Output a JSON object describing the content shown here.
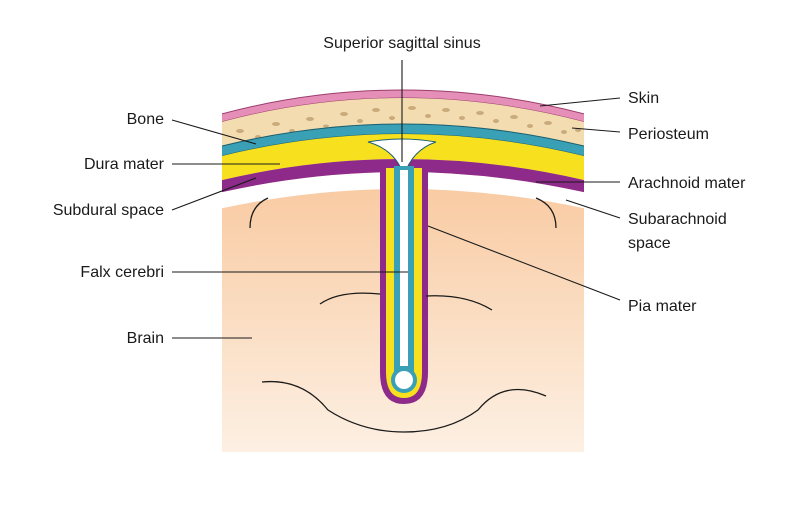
{
  "labels": {
    "superior_sagittal_sinus": "Superior sagittal sinus",
    "bone": "Bone",
    "dura_mater": "Dura mater",
    "subdural_space": "Subdural space",
    "falx_cerebri": "Falx cerebri",
    "brain": "Brain",
    "skin": "Skin",
    "periosteum": "Periosteum",
    "arachnoid_mater": "Arachnoid mater",
    "subarachnoid_space_line1": "Subarachnoid",
    "subarachnoid_space_line2": "space",
    "pia_mater": "Pia mater"
  },
  "colors": {
    "skin": "#e58fb8",
    "bone": "#f3ddb0",
    "bone_speckle": "#c9ab7c",
    "dura": "#3aa0b6",
    "arachnoid": "#f7e11e",
    "pia": "#8d2a8a",
    "brain_top": "#f8c79c",
    "brain_bottom": "#fdf0e3"
  }
}
